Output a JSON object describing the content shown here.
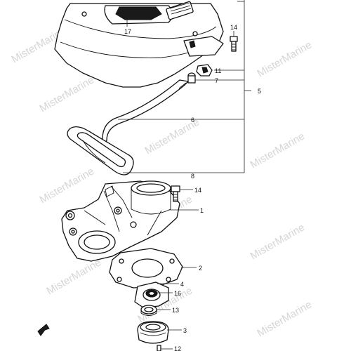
{
  "watermark": "MisterMarine",
  "callouts": {
    "c1": "1",
    "c2": "2",
    "c3": "3",
    "c4": "4",
    "c5": "5",
    "c6": "6",
    "c7": "7",
    "c8": "8",
    "c11": "11",
    "c12": "12",
    "c13": "13",
    "c14a": "14",
    "c14b": "14",
    "c16": "16",
    "c17": "17"
  },
  "colors": {
    "line": "#111111",
    "watermark": "#d6d6d6",
    "background": "#ffffff"
  },
  "icons": {
    "front_marker": "fwd-arrow-icon"
  }
}
